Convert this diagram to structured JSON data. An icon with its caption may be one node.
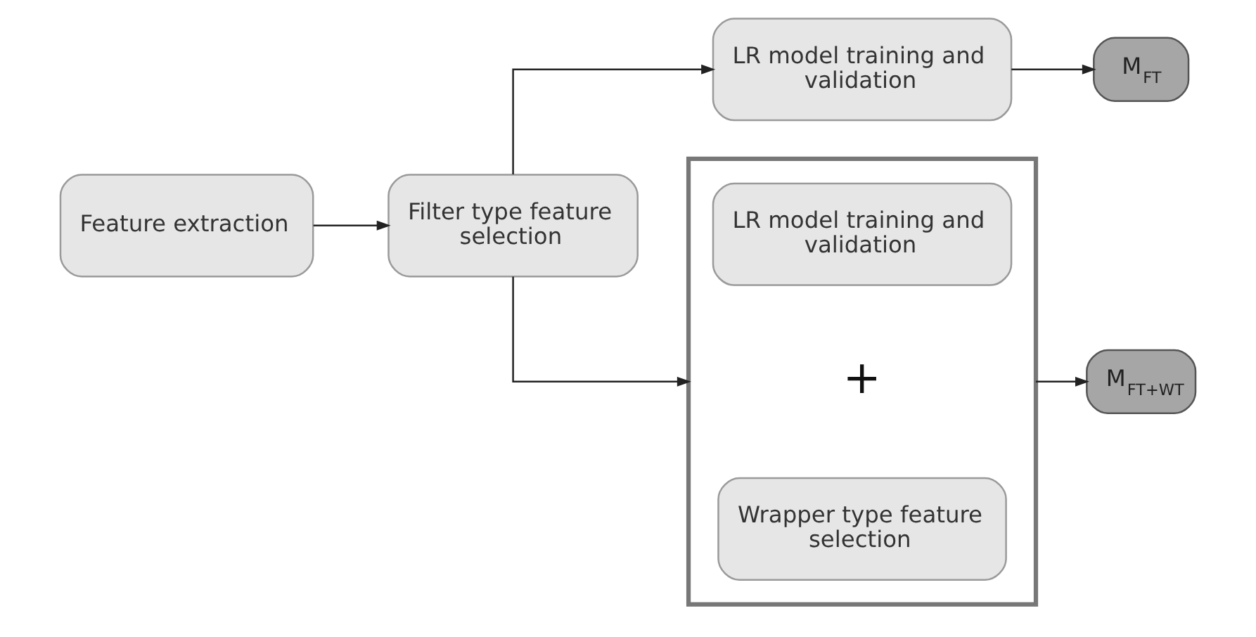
{
  "diagram": {
    "nodes": [
      {
        "text": [
          "Feature extraction"
        ]
      },
      {
        "text": [
          "Filter type feature selection"
        ]
      },
      {
        "text": [
          "LR model training and validation"
        ]
      },
      {
        "text": [
          "M$_{FT}$"
        ]
      },
      {
        "text": [],
        "shape": "box"
      },
      {
        "text": [
          "LR model training and validation"
        ],
        "in": 4
      },
      {
        "text": [
          "Wrapper type feature selection"
        ],
        "in": 4
      },
      {
        "text": [
          "M$_{FT+WT}$"
        ]
      }
    ],
    "edges": [
      {
        "from": 0,
        "to": 1,
        "arrow": "to"
      },
      {
        "from": 1,
        "to": 2,
        "arrow": "to"
      },
      {
        "from": 1,
        "to": 4,
        "arrow": "to"
      },
      {
        "from": 2,
        "to": 3,
        "arrow": "to"
      },
      {
        "from": 4,
        "to": 7,
        "arrow": "to"
      }
    ],
    "labels": [
      "+"
    ]
  }
}
